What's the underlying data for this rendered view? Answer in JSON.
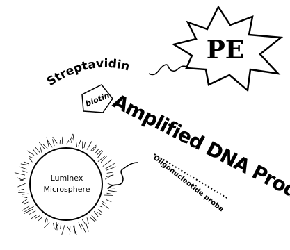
{
  "labels": {
    "pe": "PE",
    "streptavidin": "Streptavidin",
    "biotin": "biotin",
    "product": "Amplified DNA Product",
    "probe": "Oligonucleotide probe",
    "bead_line1": "Luminex",
    "bead_line2": "Microsphere"
  },
  "colors": {
    "ink": "#000000",
    "paper": "#ffffff"
  }
}
